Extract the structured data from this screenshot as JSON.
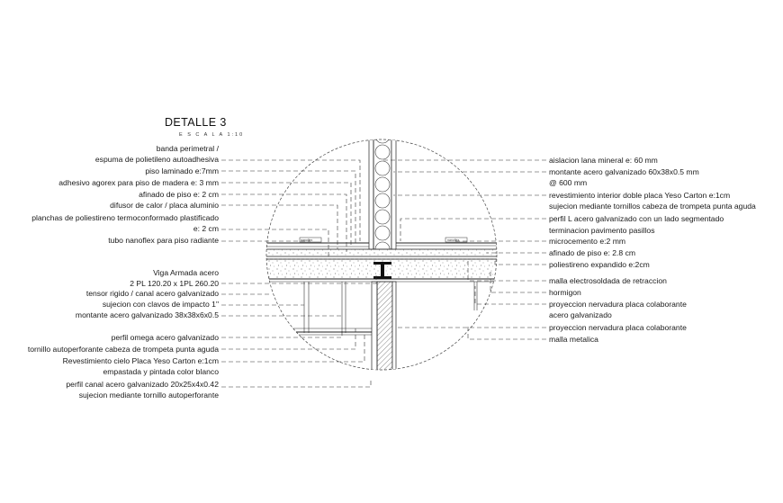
{
  "title": "DETALLE 3",
  "scale": "E S C A L A 1:10",
  "left_labels": {
    "l1": "banda perimetral /",
    "l2": "espuma de polietileno autoadhesiva",
    "l3": "piso laminado e:7mm",
    "l4": "adhesivo agorex para piso de madera e: 3 mm",
    "l5": "afinado de piso e: 2 cm",
    "l6": "difusor de calor / placa aluminio",
    "l7": "planchas de poliestireno termoconformado plastificado",
    "l8": "e: 2 cm",
    "l9": "tubo nanoflex para piso radiante",
    "l10": "Viga Armada acero",
    "l11": "2 PL 120.20 x 1PL 260.20",
    "l12": "tensor rigido / canal acero galvanizado",
    "l13": "sujecion con clavos de impacto 1\"",
    "l14": "montante acero galvanizado 38x38x6x0.5",
    "l15": "perfil omega acero galvanizado",
    "l16": "tornillo autoperforante cabeza de trompeta punta aguda",
    "l17": "Revestimiento cielo Placa Yeso Carton e:1cm",
    "l18": "empastada y pintada color blanco",
    "l19": "perfil canal acero galvanizado 20x25x4x0.42",
    "l20": "sujecion mediante tornillo autoperforante"
  },
  "right_labels": {
    "r1": "aislacion lana mineral e: 60 mm",
    "r2": "montante acero galvanizado 60x38x0.5 mm",
    "r3": "@ 600 mm",
    "r4": "revestimiento interior doble placa Yeso Carton e:1cm",
    "r5": "sujecion mediante tornillos cabeza de trompeta punta aguda",
    "r6": "perfil L acero galvanizado con un lado segmentado",
    "r7": "terminacion pavimento pasillos",
    "r8": "microcemento e:2 mm",
    "r9": "afinado de piso e: 2.8 cm",
    "r10": "poliestireno expandido e:2cm",
    "r11": "malla electrosoldada de retraccion",
    "r12": "hormigon",
    "r13": "proyeccion nervadura placa colaborante",
    "r14": "acero galvanizado",
    "r15": "proyeccion nervadura placa colaborante",
    "r16": "malla metalica"
  },
  "tags": {
    "pipe_left": "nanoflex",
    "pipe_right": "nanoflex"
  }
}
